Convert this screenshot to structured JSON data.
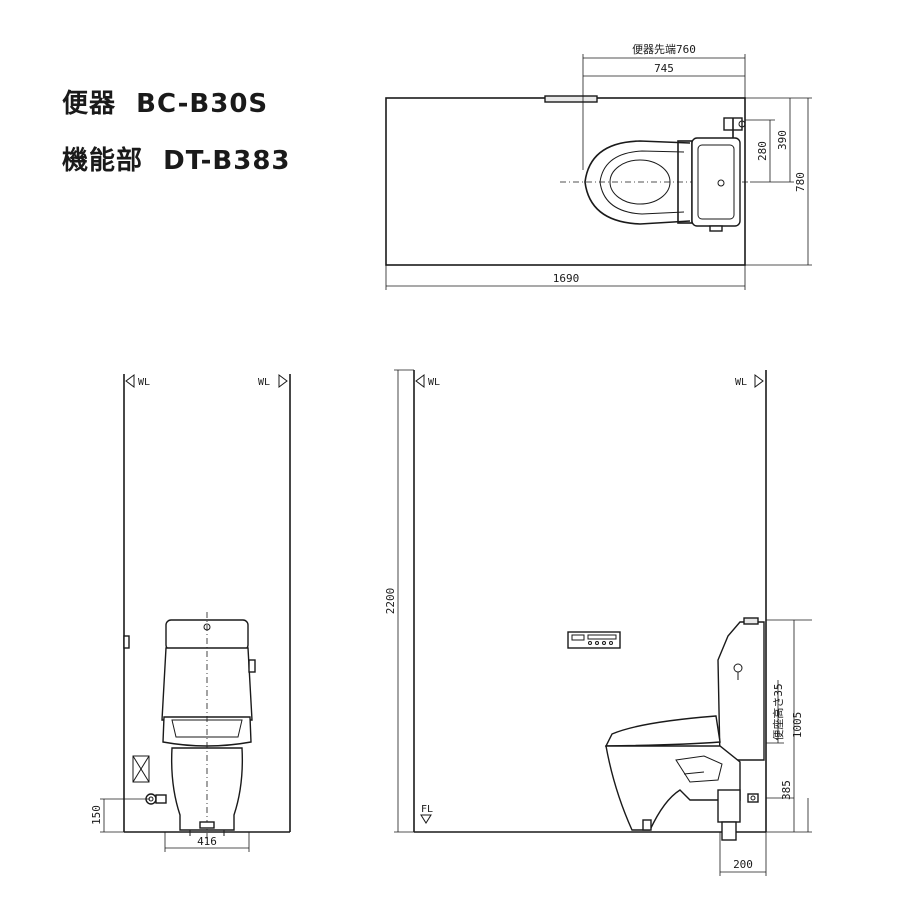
{
  "heading": {
    "toilet_label": "便器",
    "toilet_model": "BC-B30S",
    "function_label": "機能部",
    "function_model": "DT-B383"
  },
  "plan": {
    "dim_bowl_tip": "便器先端760",
    "dim_745": "745",
    "dim_280": "280",
    "dim_390": "390",
    "dim_780": "780",
    "dim_1690": "1690"
  },
  "front_elevation": {
    "wl_left": "WL",
    "wl_right": "WL",
    "dim_150": "150",
    "dim_416": "416"
  },
  "side_elevation": {
    "wl_left": "WL",
    "wl_right": "WL",
    "fl": "FL",
    "dim_2200": "2200",
    "dim_seat_height": "便座高さ35",
    "dim_1005": "1005",
    "dim_385": "385",
    "dim_200": "200"
  }
}
